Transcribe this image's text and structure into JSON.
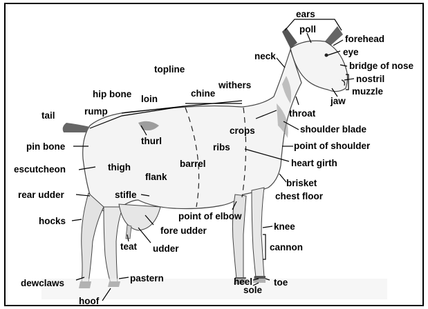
{
  "labels": {
    "ears": "ears",
    "poll": "poll",
    "forehead": "forehead",
    "eye": "eye",
    "bridge_of_nose": "bridge of nose",
    "nostril": "nostril",
    "muzzle": "muzzle",
    "jaw": "jaw",
    "throat": "throat",
    "neck": "neck",
    "withers": "withers",
    "topline": "topline",
    "chine": "chine",
    "loin": "loin",
    "hip_bone": "hip bone",
    "rump": "rump",
    "tail": "tail",
    "thurl": "thurl",
    "crops": "crops",
    "shoulder_blade": "shoulder blade",
    "point_of_shoulder": "point of shoulder",
    "ribs": "ribs",
    "heart_girth": "heart girth",
    "pin_bone": "pin bone",
    "escutcheon": "escutcheon",
    "thigh": "thigh",
    "barrel": "barrel",
    "flank": "flank",
    "brisket": "brisket",
    "chest_floor": "chest floor",
    "rear_udder": "rear udder",
    "stifle": "stifle",
    "point_of_elbow": "point of elbow",
    "hocks": "hocks",
    "fore_udder": "fore udder",
    "knee": "knee",
    "teat": "teat",
    "udder": "udder",
    "cannon": "cannon",
    "dewclaws": "dewclaws",
    "pastern": "pastern",
    "heel": "heel",
    "toe": "toe",
    "sole": "sole",
    "hoof": "hoof"
  },
  "colors": {
    "background": "#ffffff",
    "frame": "#000000",
    "ink": "#000000",
    "goat_fill": "#f4f4f4",
    "shade": "#9a9a9a"
  }
}
